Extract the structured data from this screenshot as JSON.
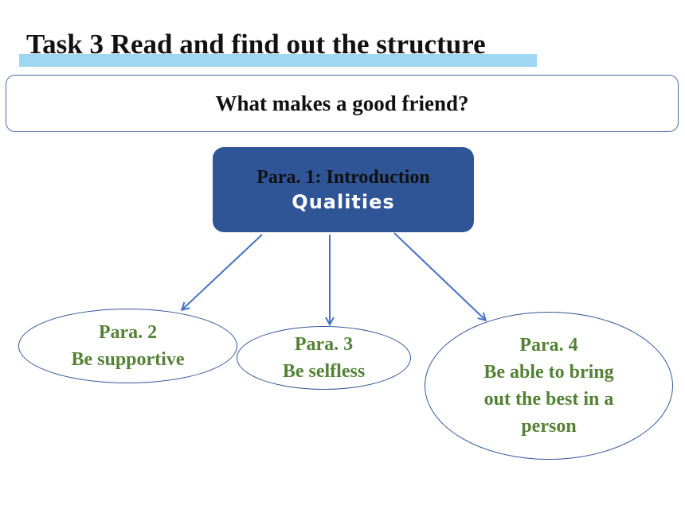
{
  "slide": {
    "title": "Task 3 Read and find out the structure",
    "question": "What makes a good friend?"
  },
  "intro": {
    "label": "Para. 1: Introduction",
    "sub": "Qualities"
  },
  "nodes": [
    {
      "para": "Para. 2",
      "lines": [
        "Be supportive"
      ]
    },
    {
      "para": "Para. 3",
      "lines": [
        "Be selfless"
      ]
    },
    {
      "para": "Para. 4",
      "lines": [
        "Be able to bring",
        "out the best in a",
        "person"
      ]
    }
  ],
  "colors": {
    "accent_bar": "#9fd7f3",
    "intro_fill": "#2f5597",
    "node_text": "#548235",
    "arrow": "#4472c4"
  }
}
